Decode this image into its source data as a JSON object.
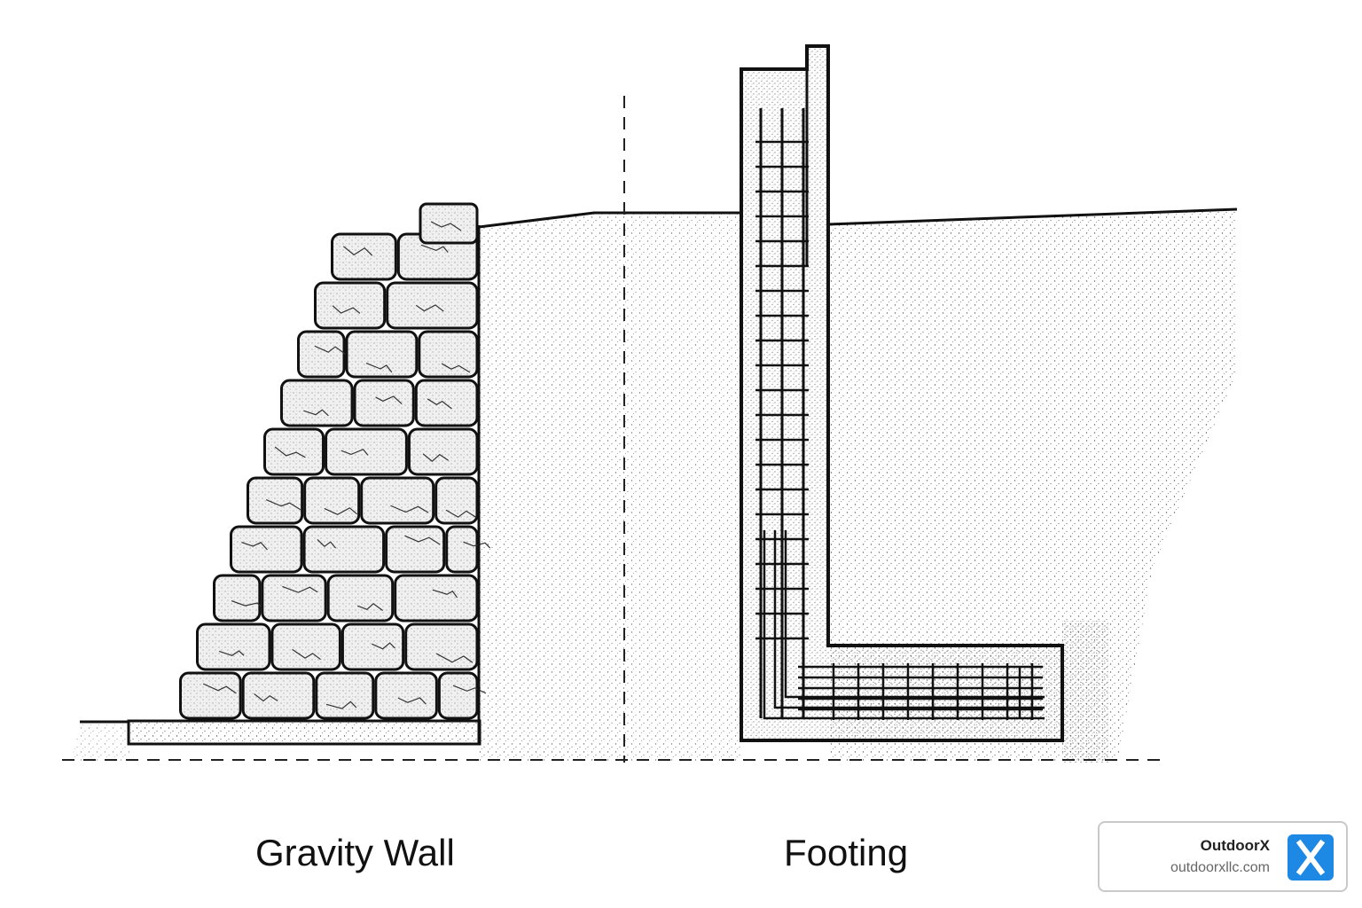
{
  "labels": {
    "left": "Gravity Wall",
    "right": "Footing"
  },
  "watermark": {
    "name": "OutdoorX",
    "url": "outdoorxllc.com",
    "icon": "x-logo-icon",
    "color": "#1e88e5"
  }
}
